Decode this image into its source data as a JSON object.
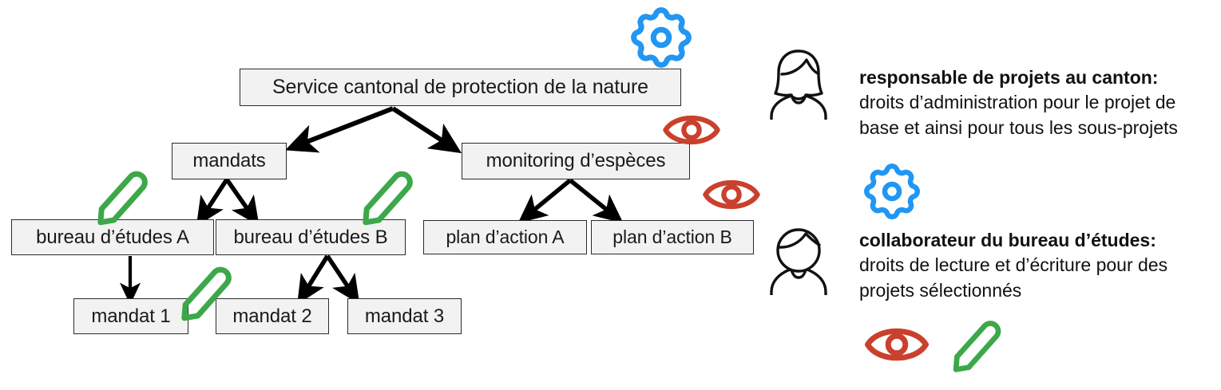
{
  "diagram": {
    "title_node": {
      "label": "Service cantonal de protection de la nature"
    },
    "nodes": [
      {
        "id": "root",
        "label": "Service cantonal de protection de la nature"
      },
      {
        "id": "mandats",
        "label": "mandats"
      },
      {
        "id": "monitoring",
        "label": "monitoring d’espèces"
      },
      {
        "id": "bureauA",
        "label": "bureau d’études A"
      },
      {
        "id": "bureauB",
        "label": "bureau d’études B"
      },
      {
        "id": "planA",
        "label": "plan d’action A"
      },
      {
        "id": "planB",
        "label": "plan d’action B"
      },
      {
        "id": "mandat1",
        "label": "mandat 1"
      },
      {
        "id": "mandat2",
        "label": "mandat 2"
      },
      {
        "id": "mandat3",
        "label": "mandat 3"
      }
    ],
    "edges": [
      {
        "from": "root",
        "to": "mandats"
      },
      {
        "from": "root",
        "to": "monitoring"
      },
      {
        "from": "mandats",
        "to": "bureauA"
      },
      {
        "from": "mandats",
        "to": "bureauB"
      },
      {
        "from": "monitoring",
        "to": "planA"
      },
      {
        "from": "monitoring",
        "to": "planB"
      },
      {
        "from": "bureauA",
        "to": "mandat1"
      },
      {
        "from": "bureauB",
        "to": "mandat2"
      },
      {
        "from": "bureauB",
        "to": "mandat3"
      }
    ],
    "permission_markers": [
      {
        "icon": "gear-icon",
        "attached_to": "root"
      },
      {
        "icon": "eye-icon",
        "attached_to": "monitoring"
      },
      {
        "icon": "eye-icon",
        "attached_to": "planB"
      },
      {
        "icon": "pencil-icon",
        "attached_to": "bureauA"
      },
      {
        "icon": "pencil-icon",
        "attached_to": "bureauB"
      },
      {
        "icon": "pencil-icon",
        "attached_to": "mandat1"
      }
    ]
  },
  "legend": {
    "entries": [
      {
        "person_icon": "person-female-icon",
        "title": "responsable de projets au canton:",
        "description_lines": [
          "droits d’administration pour le projet de",
          "base et ainsi pour tous les sous-projets"
        ],
        "icons": [
          "gear-icon"
        ]
      },
      {
        "person_icon": "person-male-icon",
        "title": "collaborateur du bureau d’études:",
        "description_lines": [
          "droits de lecture et d’écriture pour des",
          "projets sélectionnés"
        ],
        "icons": [
          "eye-icon",
          "pencil-icon"
        ]
      }
    ]
  },
  "colors": {
    "gear": "#2196F3",
    "eye": "#C9402D",
    "pencil": "#3CA849",
    "box_fill": "#F2F2F2",
    "box_border": "#2b2b2b",
    "arrow": "#000000",
    "person": "#111111",
    "text": "#111111"
  }
}
